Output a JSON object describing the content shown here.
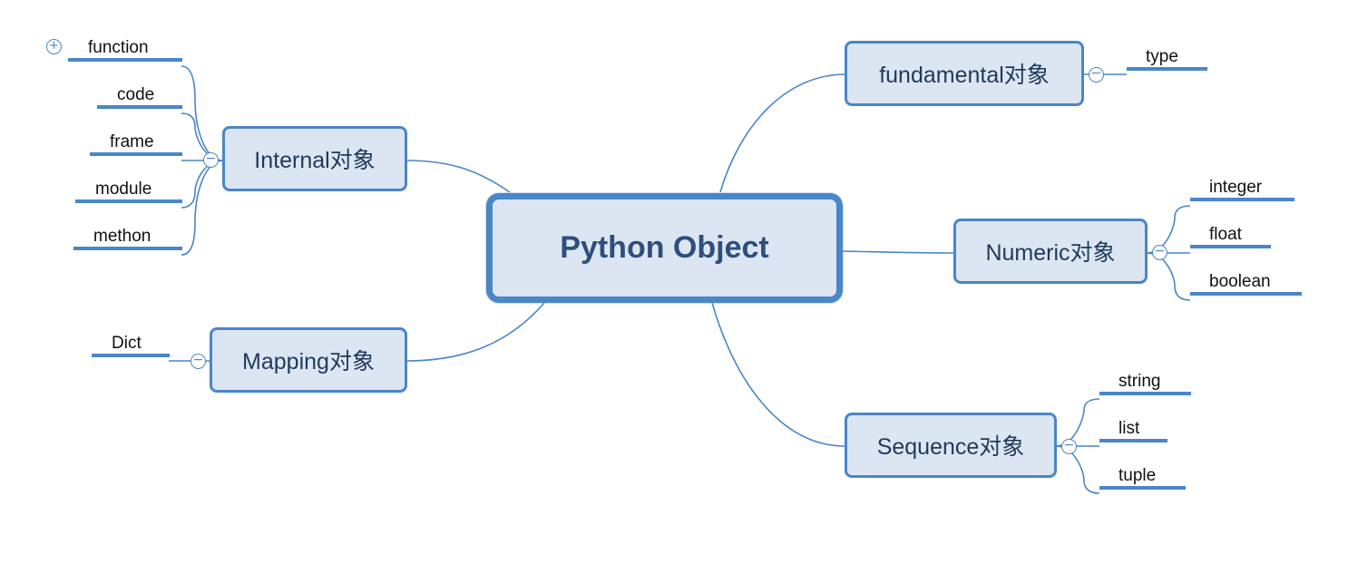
{
  "colors": {
    "accent": "#4a86c8",
    "node_fill": "#dce6f2",
    "text": "#1f3a5c",
    "leaf_text": "#111111"
  },
  "root": {
    "label": "Python Object"
  },
  "branches": {
    "fundamental": {
      "label": "fundamental对象",
      "toggle": "−",
      "children": [
        "type"
      ]
    },
    "internal": {
      "label": "Internal对象",
      "toggle": "−",
      "children": [
        "function",
        "code",
        "frame",
        "module",
        "methon"
      ]
    },
    "numeric": {
      "label": "Numeric对象",
      "toggle": "−",
      "children": [
        "integer",
        "float",
        "boolean"
      ]
    },
    "mapping": {
      "label": "Mapping对象",
      "toggle": "−",
      "children": [
        "Dict"
      ]
    },
    "sequence": {
      "label": "Sequence对象",
      "toggle": "−",
      "children": [
        "string",
        "list",
        "tuple"
      ]
    }
  },
  "extra_toggle": {
    "symbol": "+",
    "icon": "expand-icon"
  }
}
